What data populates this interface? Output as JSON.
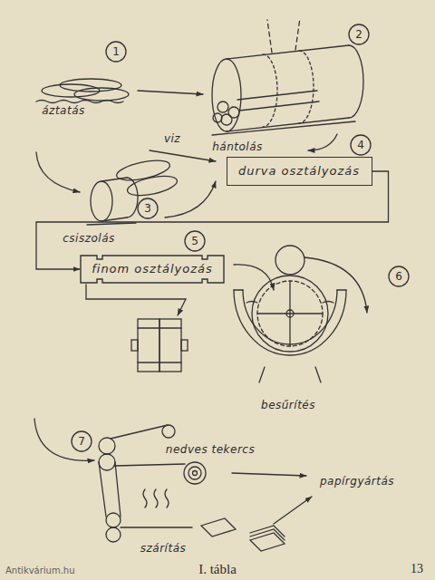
{
  "diagram": {
    "caption": "I. tábla",
    "nodes": [
      {
        "text": [
          "1"
        ]
      },
      {
        "text": [
          "2"
        ]
      },
      {
        "text": [
          "4"
        ]
      },
      {
        "text": [
          "3"
        ]
      },
      {
        "text": [
          "durva osztályozás"
        ]
      },
      {
        "text": [
          "5"
        ]
      },
      {
        "text": [
          "finom osztályozás"
        ]
      },
      {
        "text": [
          "6"
        ]
      },
      {
        "text": [
          "7"
        ]
      }
    ],
    "edges": [
      {
        "from": 4,
        "to": 6,
        "arrow": "to"
      }
    ],
    "labels": [
      "áztatás",
      "hántolás",
      "viz",
      "csiszolás",
      "besűrítés",
      "nedves tekercs",
      "papírgyártás",
      "szárítás",
      "13",
      "Antikvárium.hu"
    ]
  }
}
